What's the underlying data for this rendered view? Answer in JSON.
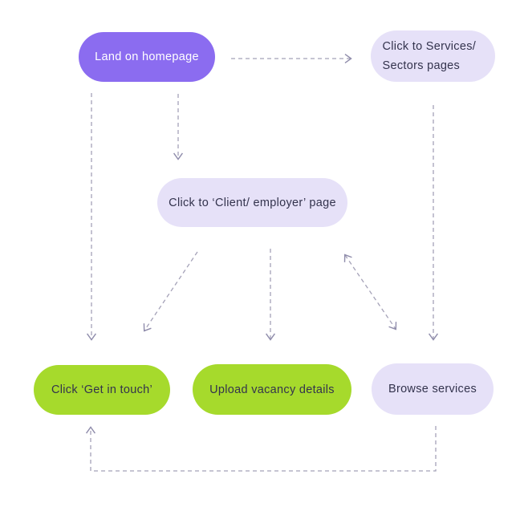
{
  "diagram": {
    "type": "flowchart",
    "background": "#ffffff",
    "palette": {
      "primary_node": "#8b6cf0",
      "secondary_node": "#e6e1f8",
      "action_node": "#a6da2c",
      "text_on_primary": "#ffffff",
      "text_on_light": "#33334d",
      "connector": "#a5a2b8"
    },
    "nodes": [
      {
        "id": "land-homepage",
        "label": "Land on homepage",
        "style": "primary"
      },
      {
        "id": "services-sectors",
        "label": "Click to Services/ Sectors pages",
        "style": "secondary"
      },
      {
        "id": "client-employer",
        "label": "Click to ‘Client/ employer’ page",
        "style": "secondary"
      },
      {
        "id": "get-in-touch",
        "label": "Click ‘Get in touch’",
        "style": "action"
      },
      {
        "id": "upload-vacancy",
        "label": "Upload vacancy details",
        "style": "action"
      },
      {
        "id": "browse-services",
        "label": "Browse services",
        "style": "secondary"
      }
    ],
    "edges": [
      {
        "from": "land-homepage",
        "to": "services-sectors",
        "style": "dashed-arrow"
      },
      {
        "from": "land-homepage",
        "to": "get-in-touch",
        "style": "dashed-arrow"
      },
      {
        "from": "land-homepage",
        "to": "client-employer",
        "style": "dashed-arrow"
      },
      {
        "from": "services-sectors",
        "to": "browse-services",
        "style": "dashed-arrow"
      },
      {
        "from": "client-employer",
        "to": "get-in-touch",
        "style": "dashed-arrow"
      },
      {
        "from": "client-employer",
        "to": "upload-vacancy",
        "style": "dashed-arrow"
      },
      {
        "from": "client-employer",
        "to": "browse-services",
        "style": "dashed-arrow-bidirectional"
      },
      {
        "from": "browse-services",
        "to": "get-in-touch",
        "style": "dashed-arrow-elbow"
      }
    ]
  }
}
